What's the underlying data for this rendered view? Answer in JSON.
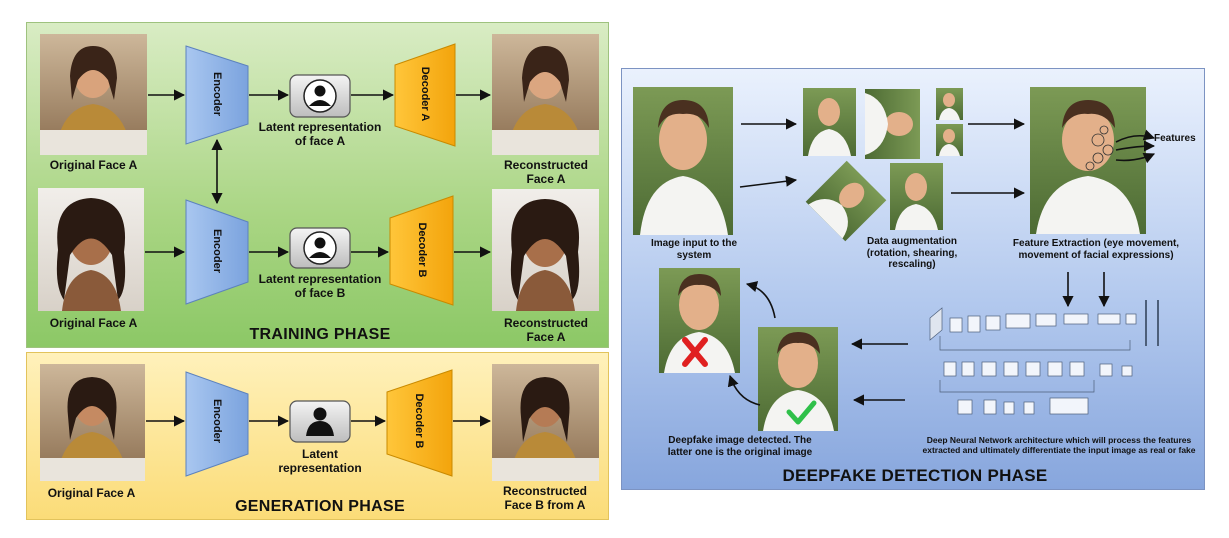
{
  "training": {
    "title": "TRAINING PHASE",
    "face_a_label": "Original Face A",
    "face_b_label": "Original Face A",
    "encoder_top": "Encoder",
    "encoder_bottom": "Encoder",
    "latent_a": "Latent representation of face A",
    "latent_b": "Latent representation of face B",
    "decoder_a": "Decoder A",
    "decoder_b": "Decoder B",
    "recon_a_top": "Reconstructed Face A",
    "recon_a_bottom": "Reconstructed Face A"
  },
  "generation": {
    "title": "GENERATION PHASE",
    "face_label": "Original Face A",
    "encoder": "Encoder",
    "latent": "Latent representation",
    "decoder_b": "Decoder B",
    "recon": "Reconstructed Face B from A"
  },
  "detection": {
    "title": "DEEPFAKE DETECTION PHASE",
    "input_label": "Image input to the system",
    "augmentation_label": "Data augmentation (rotation, shearing, rescaling)",
    "feature_label": "Feature Extraction (eye movement, movement of facial expressions)",
    "features_tag": "Features",
    "detected_label": "Deepfake image detected. The latter one is the original image",
    "network_label": "Deep Neural Network architecture which will process the features extracted and ultimately differentiate the input image as real or fake"
  },
  "colors": {
    "encoder_fill": "#8fb4e8",
    "decoder_fill": "#f7b51c",
    "training_bg": "#a9d583",
    "generation_bg": "#fbdc78",
    "detection_bg": "#b3c9ee",
    "cross_red": "#e02020",
    "check_green": "#2fc04a"
  },
  "icons": [
    "person-latent-icon",
    "red-cross-icon",
    "green-check-icon"
  ]
}
